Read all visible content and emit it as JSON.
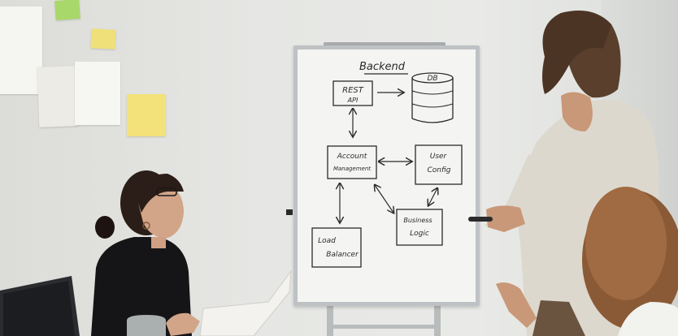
{
  "whiteboard": {
    "title": "Backend",
    "nodes": {
      "rest_api_line1": "REST",
      "rest_api_line2": "API",
      "db": "DB",
      "account_line1": "Account",
      "account_line2": "Management",
      "user_config_line1": "User",
      "user_config_line2": "Config",
      "business_logic_line1": "Business",
      "business_logic_line2": "Logic",
      "load_balancer_line1": "Load",
      "load_balancer_line2": "Balancer"
    }
  },
  "colors": {
    "wall": "#e4e5e2",
    "board": "#f4f5f3",
    "ink": "#2a2a2a",
    "sticky_yellow": "#f3e27a",
    "sticky_green": "#a8d86a"
  }
}
